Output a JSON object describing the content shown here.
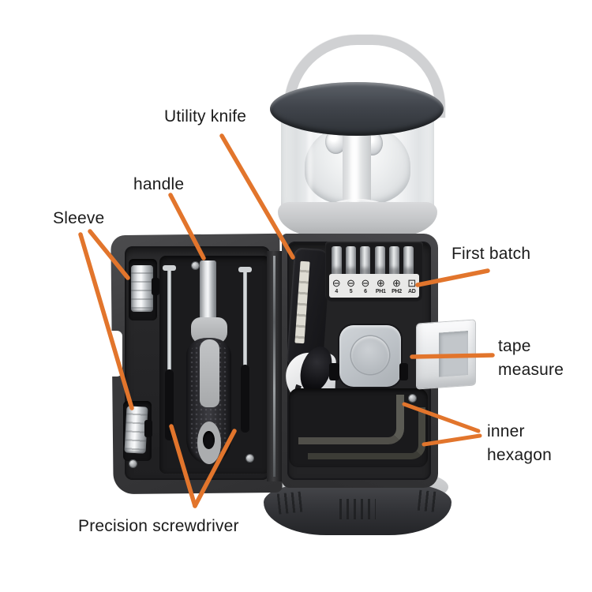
{
  "scene": {
    "description": "Annotated product photo of a multi-function toolbox lantern: LED camping light on top of a fold-open tool case with screwdrivers, bits, utility knife, tape measure and hex keys"
  },
  "annotations": {
    "color": "#e2752c",
    "text_color": "#1b1b1b",
    "labels": {
      "utility_knife": "Utility knife",
      "handle": "handle",
      "sleeve": "Sleeve",
      "first_batch": "First batch",
      "tape_measure_line1": "tape",
      "tape_measure_line2": "measure",
      "inner_hexagon_line1": "inner",
      "inner_hexagon_line2": "hexagon",
      "precision_screwdriver": "Precision screwdriver"
    }
  },
  "bit_panel": {
    "bits": [
      {
        "glyph": "⊖",
        "label": "4"
      },
      {
        "glyph": "⊖",
        "label": "5"
      },
      {
        "glyph": "⊖",
        "label": "6"
      },
      {
        "glyph": "⊕",
        "label": "PH1"
      },
      {
        "glyph": "⊕",
        "label": "PH2"
      },
      {
        "glyph": "⊡",
        "label": "AD"
      }
    ]
  },
  "colors": {
    "background": "#ffffff",
    "arrow": "#e2752c",
    "case_shell": "#3a3a3c",
    "tray_recess": "#202022",
    "metal_tool": "#c9ccce",
    "lantern_gray": "#c7c9cb",
    "tape_measure": "#bcc1c6"
  }
}
